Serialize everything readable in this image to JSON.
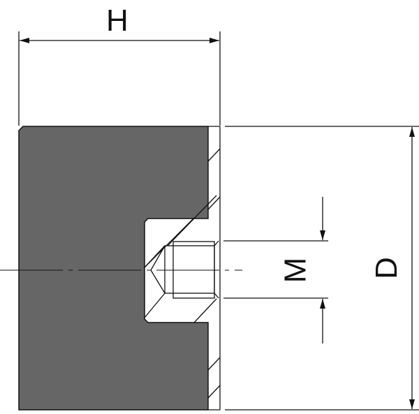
{
  "labels": {
    "height": "H",
    "thread": "M",
    "diameter": "D"
  },
  "colors": {
    "body": "#666666",
    "line": "#111111"
  }
}
